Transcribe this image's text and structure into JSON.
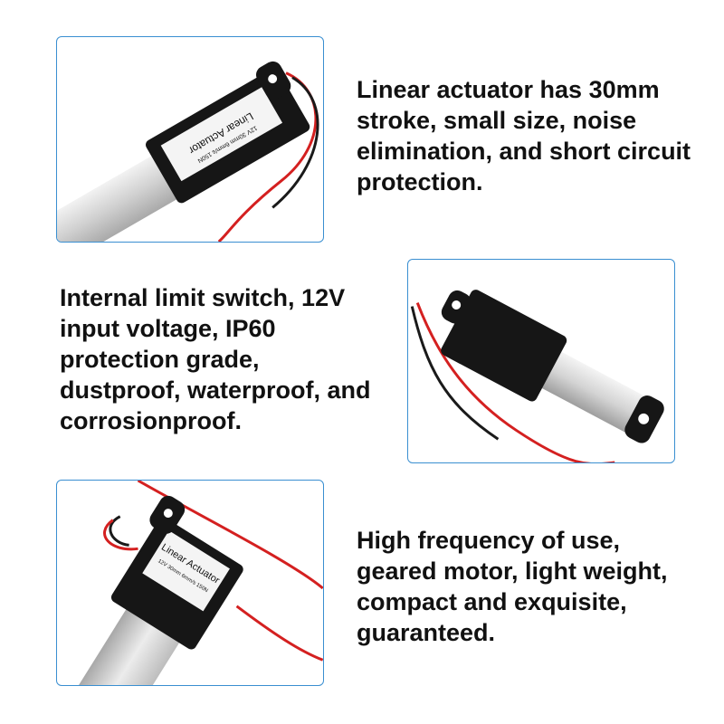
{
  "panels": [
    {
      "lines": [
        "Linear actuator has 30mm",
        "stroke, small size, noise",
        "elimination, and short circuit",
        "protection."
      ],
      "device_label": "Linear Actuator",
      "device_spec": "12V 30mm 6mm/s 150N"
    },
    {
      "lines": [
        "Internal limit switch, 12V",
        "input voltage, IP60",
        "protection grade,",
        "dustproof, waterproof, and",
        "corrosionproof."
      ]
    },
    {
      "lines": [
        "High frequency of use,",
        "geared motor, light weight,",
        "compact and exquisite,",
        "guaranteed."
      ],
      "device_label": "Linear Actuator",
      "device_spec": "12V 30mm 6mm/s 150N"
    }
  ],
  "colors": {
    "frame_border": "#3a8fd1",
    "wire_red": "#d42020",
    "wire_black": "#1a1a1a",
    "body": "#161616",
    "tube": "#d9d9d9"
  }
}
